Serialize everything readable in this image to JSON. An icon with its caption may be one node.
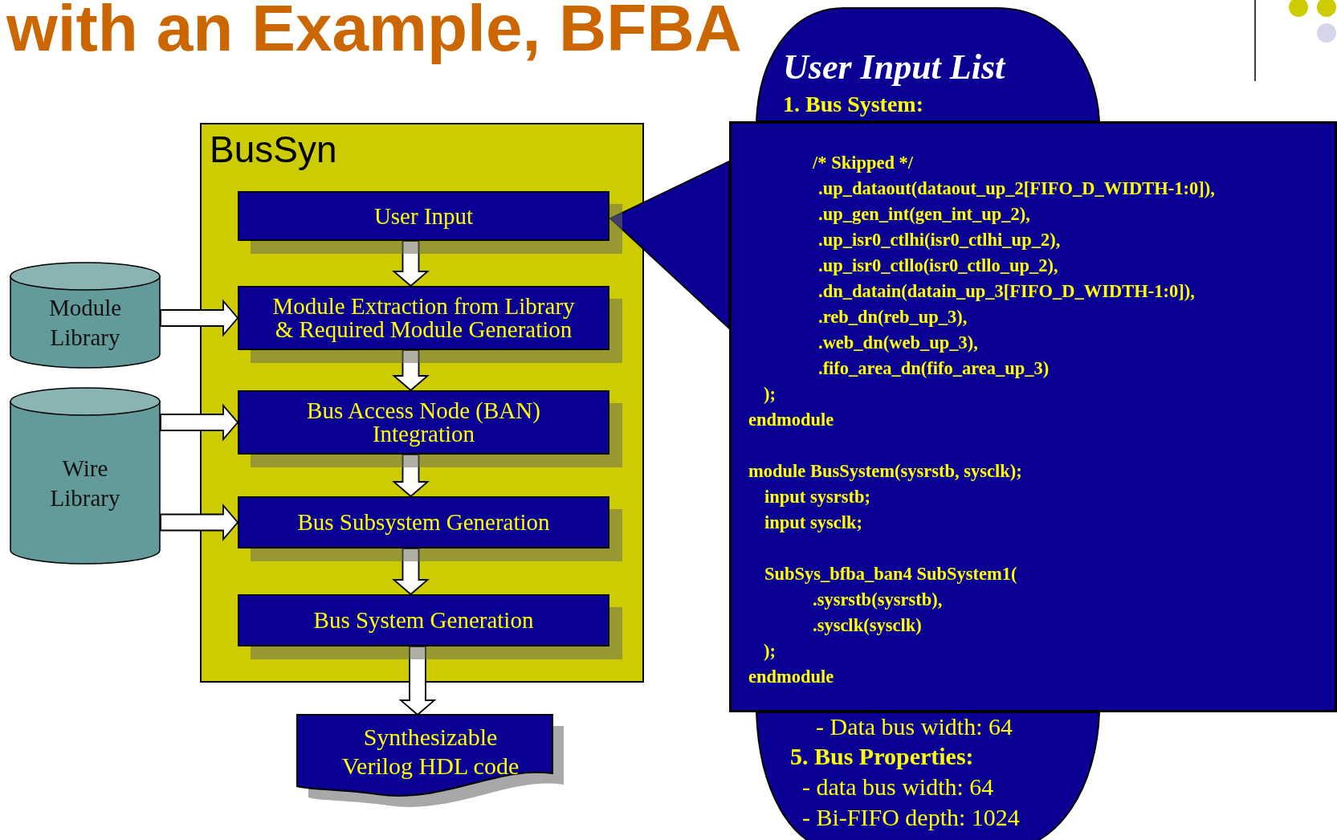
{
  "diagram": {
    "title": "with an Example, BFBA",
    "nodes": [
      {
        "text": [
          "BusSyn"
        ]
      },
      {
        "text": [
          "User Input"
        ],
        "in": 0
      },
      {
        "text": [
          "Module Extraction from Library & Required Module Generation"
        ],
        "in": 0
      },
      {
        "text": [
          "Bus Access Node (BAN) Integration"
        ],
        "in": 0
      },
      {
        "text": [
          "Bus Subsystem Generation"
        ],
        "in": 0
      },
      {
        "text": [
          "Bus System Generation"
        ],
        "in": 0
      },
      {
        "text": [
          "Module Library"
        ]
      },
      {
        "text": [
          "Wire Library"
        ]
      },
      {
        "text": [
          "Synthesizable Verilog HDL code"
        ]
      },
      {
        "text": [
          "User Input List",
          "1. Bus System:"
        ]
      },
      {
        "text": [
          "/* Skipped */",
          ".up_dataout(dataout_up_2[FIFO_D_WIDTH-1:0]),",
          ".up_gen_int(gen_int_up_2),",
          ".up_isr0_ctlhi(isr0_ctlhi_up_2),",
          ".up_isr0_ctllo(isr0_ctllo_up_2),",
          ".dn_datain(datain_up_3[FIFO_D_WIDTH-1:0]),",
          ".reb_dn(reb_up_3),",
          ".web_dn(web_up_3),",
          ".fifo_area_dn(fifo_area_up_3)",
          ");",
          "endmodule",
          "module BusSystem(sysrstb, sysclk);",
          "input sysrstb;",
          "input sysclk;",
          "SubSys_bfba_ban4 SubSystem1(",
          ".sysrstb(sysrstb),",
          ".sysclk(sysclk)",
          ");",
          "endmodule"
        ]
      },
      {
        "text": [
          "- Data bus width: 64",
          "5. Bus Properties:",
          "- data bus width: 64",
          "- Bi-FIFO depth: 1024"
        ]
      }
    ],
    "edges": [
      {
        "from": 1,
        "to": 2,
        "arrow": "to"
      },
      {
        "from": 2,
        "to": 3,
        "arrow": "to"
      },
      {
        "from": 3,
        "to": 4,
        "arrow": "to"
      },
      {
        "from": 4,
        "to": 5,
        "arrow": "to"
      },
      {
        "from": 5,
        "to": 8,
        "arrow": "to"
      },
      {
        "from": 6,
        "to": 2,
        "arrow": "to"
      },
      {
        "from": 7,
        "to": 3,
        "arrow": "to"
      },
      {
        "from": 7,
        "to": 4,
        "arrow": "to"
      },
      {
        "from": 10,
        "to": 1,
        "arrow": "to",
        "color": "#0a0094"
      }
    ]
  }
}
